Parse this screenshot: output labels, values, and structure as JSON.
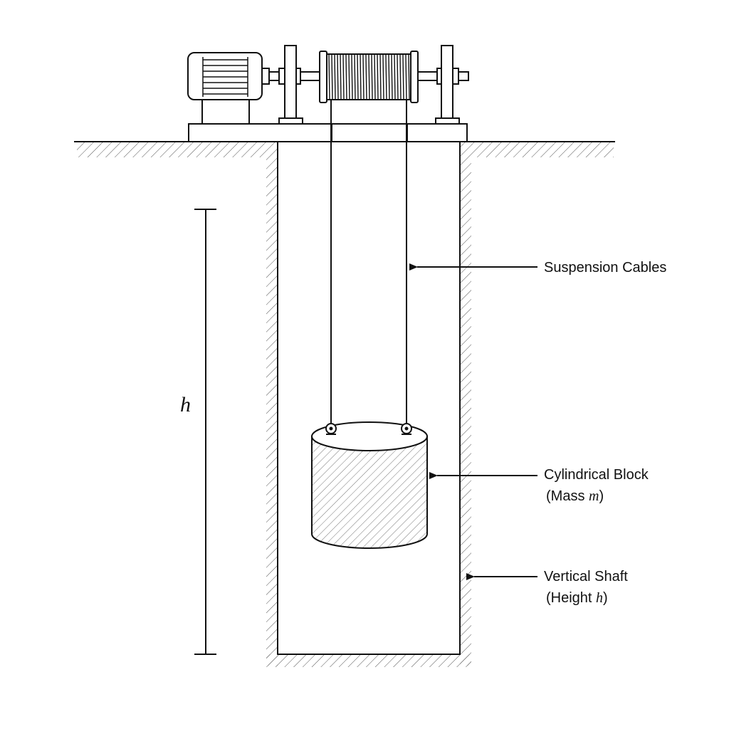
{
  "diagram": {
    "labels": {
      "cables": "Suspension Cables",
      "block_line1": "Cylindrical Block",
      "block_line2_prefix": "(Mass ",
      "block_line2_var": "m",
      "block_line2_suffix": ")",
      "shaft_line1": "Vertical Shaft",
      "shaft_line2_prefix": "(Height ",
      "shaft_line2_var": "h",
      "shaft_line2_suffix": ")"
    },
    "dimension_symbol": "h"
  },
  "colors": {
    "stroke": "#111111",
    "hatch": "#555555",
    "background": "#ffffff"
  }
}
